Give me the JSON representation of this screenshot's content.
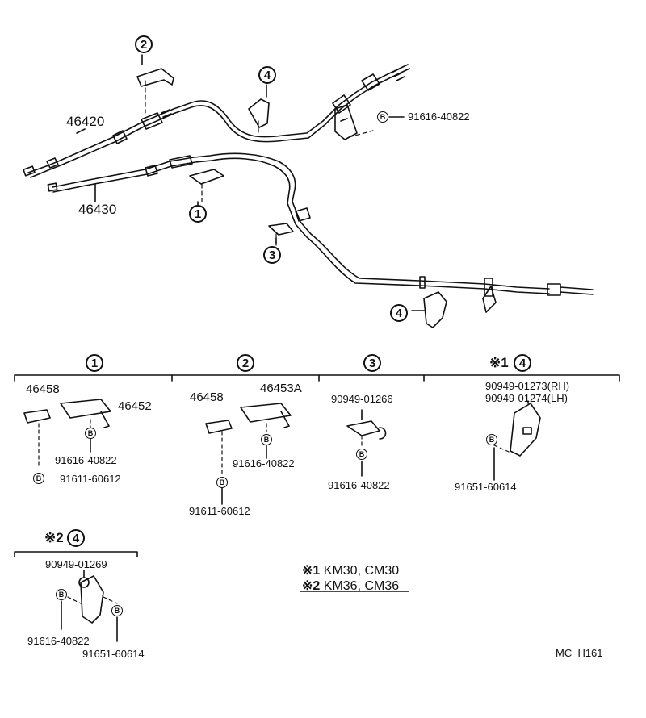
{
  "diagram": {
    "main_labels": {
      "p46420": "46420",
      "p46430": "46430",
      "p91616_top": "91616-40822"
    },
    "callouts": {
      "c1": "1",
      "c2": "2",
      "c3": "3",
      "c4a": "4",
      "c4b": "4",
      "b_mark": "B"
    },
    "sections": {
      "s1": {
        "num": "1",
        "parts": [
          "46458",
          "46452",
          "91616-40822",
          "91611-60612"
        ]
      },
      "s2": {
        "num": "2",
        "parts": [
          "46458",
          "46453A",
          "91616-40822",
          "91611-60612"
        ]
      },
      "s3": {
        "num": "3",
        "parts": [
          "90949-01266",
          "91616-40822"
        ]
      },
      "s4": {
        "prefix": "※1",
        "num": "4",
        "parts": [
          "90949-01273(RH)",
          "90949-01274(LH)",
          "91651-60614"
        ]
      },
      "s5": {
        "prefix": "※2",
        "num": "4",
        "parts": [
          "90949-01269",
          "91616-40822",
          "91651-60614"
        ]
      }
    },
    "notes": {
      "n1_mark": "※1",
      "n1_text": "KM30, CM30",
      "n2_mark": "※2",
      "n2_text": "KM36, CM36"
    },
    "code": "MC  H161"
  }
}
